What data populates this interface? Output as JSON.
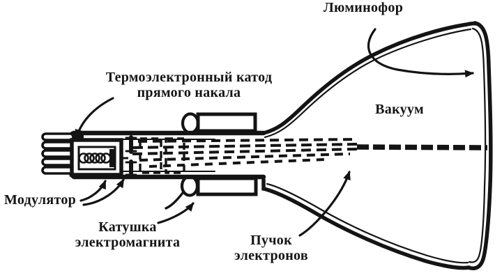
{
  "diagram": {
    "type": "cathode-ray-tube-schematic",
    "colors": {
      "ink": "#141414",
      "background": "#ffffff"
    },
    "labels": {
      "phosphor": "Люминофор",
      "cathode_line1": "Термоэлектронный катод",
      "cathode_line2": "прямого накала",
      "vacuum": "Вакуум",
      "modulator": "Модулятор",
      "coil_line1": "Катушка",
      "coil_line2": "электромагнита",
      "beam_line1": "Пучок",
      "beam_line2": "электронов"
    }
  }
}
